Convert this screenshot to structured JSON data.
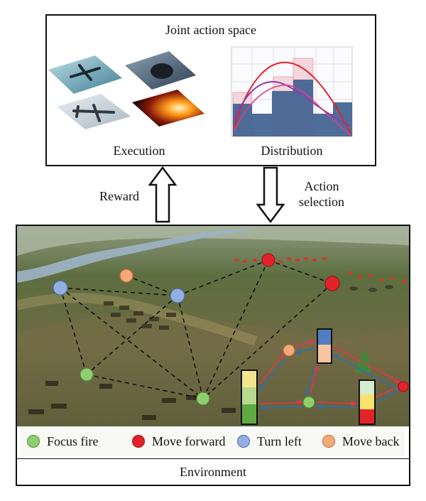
{
  "top_panel": {
    "title": "Joint action space",
    "execution_label": "Execution",
    "distribution_label": "Distribution"
  },
  "arrows": {
    "reward_label": "Reward",
    "action_label_line1": "Action",
    "action_label_line2": "selection"
  },
  "legend": [
    {
      "label": "Focus fire",
      "color": "#8fcf6f",
      "border": "#4f8f3a"
    },
    {
      "label": "Move forward",
      "color": "#e3232b",
      "border": "#a01018"
    },
    {
      "label": "Turn left",
      "color": "#93aee0",
      "border": "#4b6aa8"
    },
    {
      "label": "Move back",
      "color": "#f3aa78",
      "border": "#c06a3a"
    }
  ],
  "environment_label": "Environment",
  "colors": {
    "terrain_green": "#5f6e3e",
    "river": "#9fb4c7",
    "edge_dash": "#111111",
    "arrow_red": "#e8334a",
    "arrow_blue": "#2f6fb0",
    "dist_bar": "#3f6290",
    "dist_bar_light": "#f4d6dc"
  }
}
